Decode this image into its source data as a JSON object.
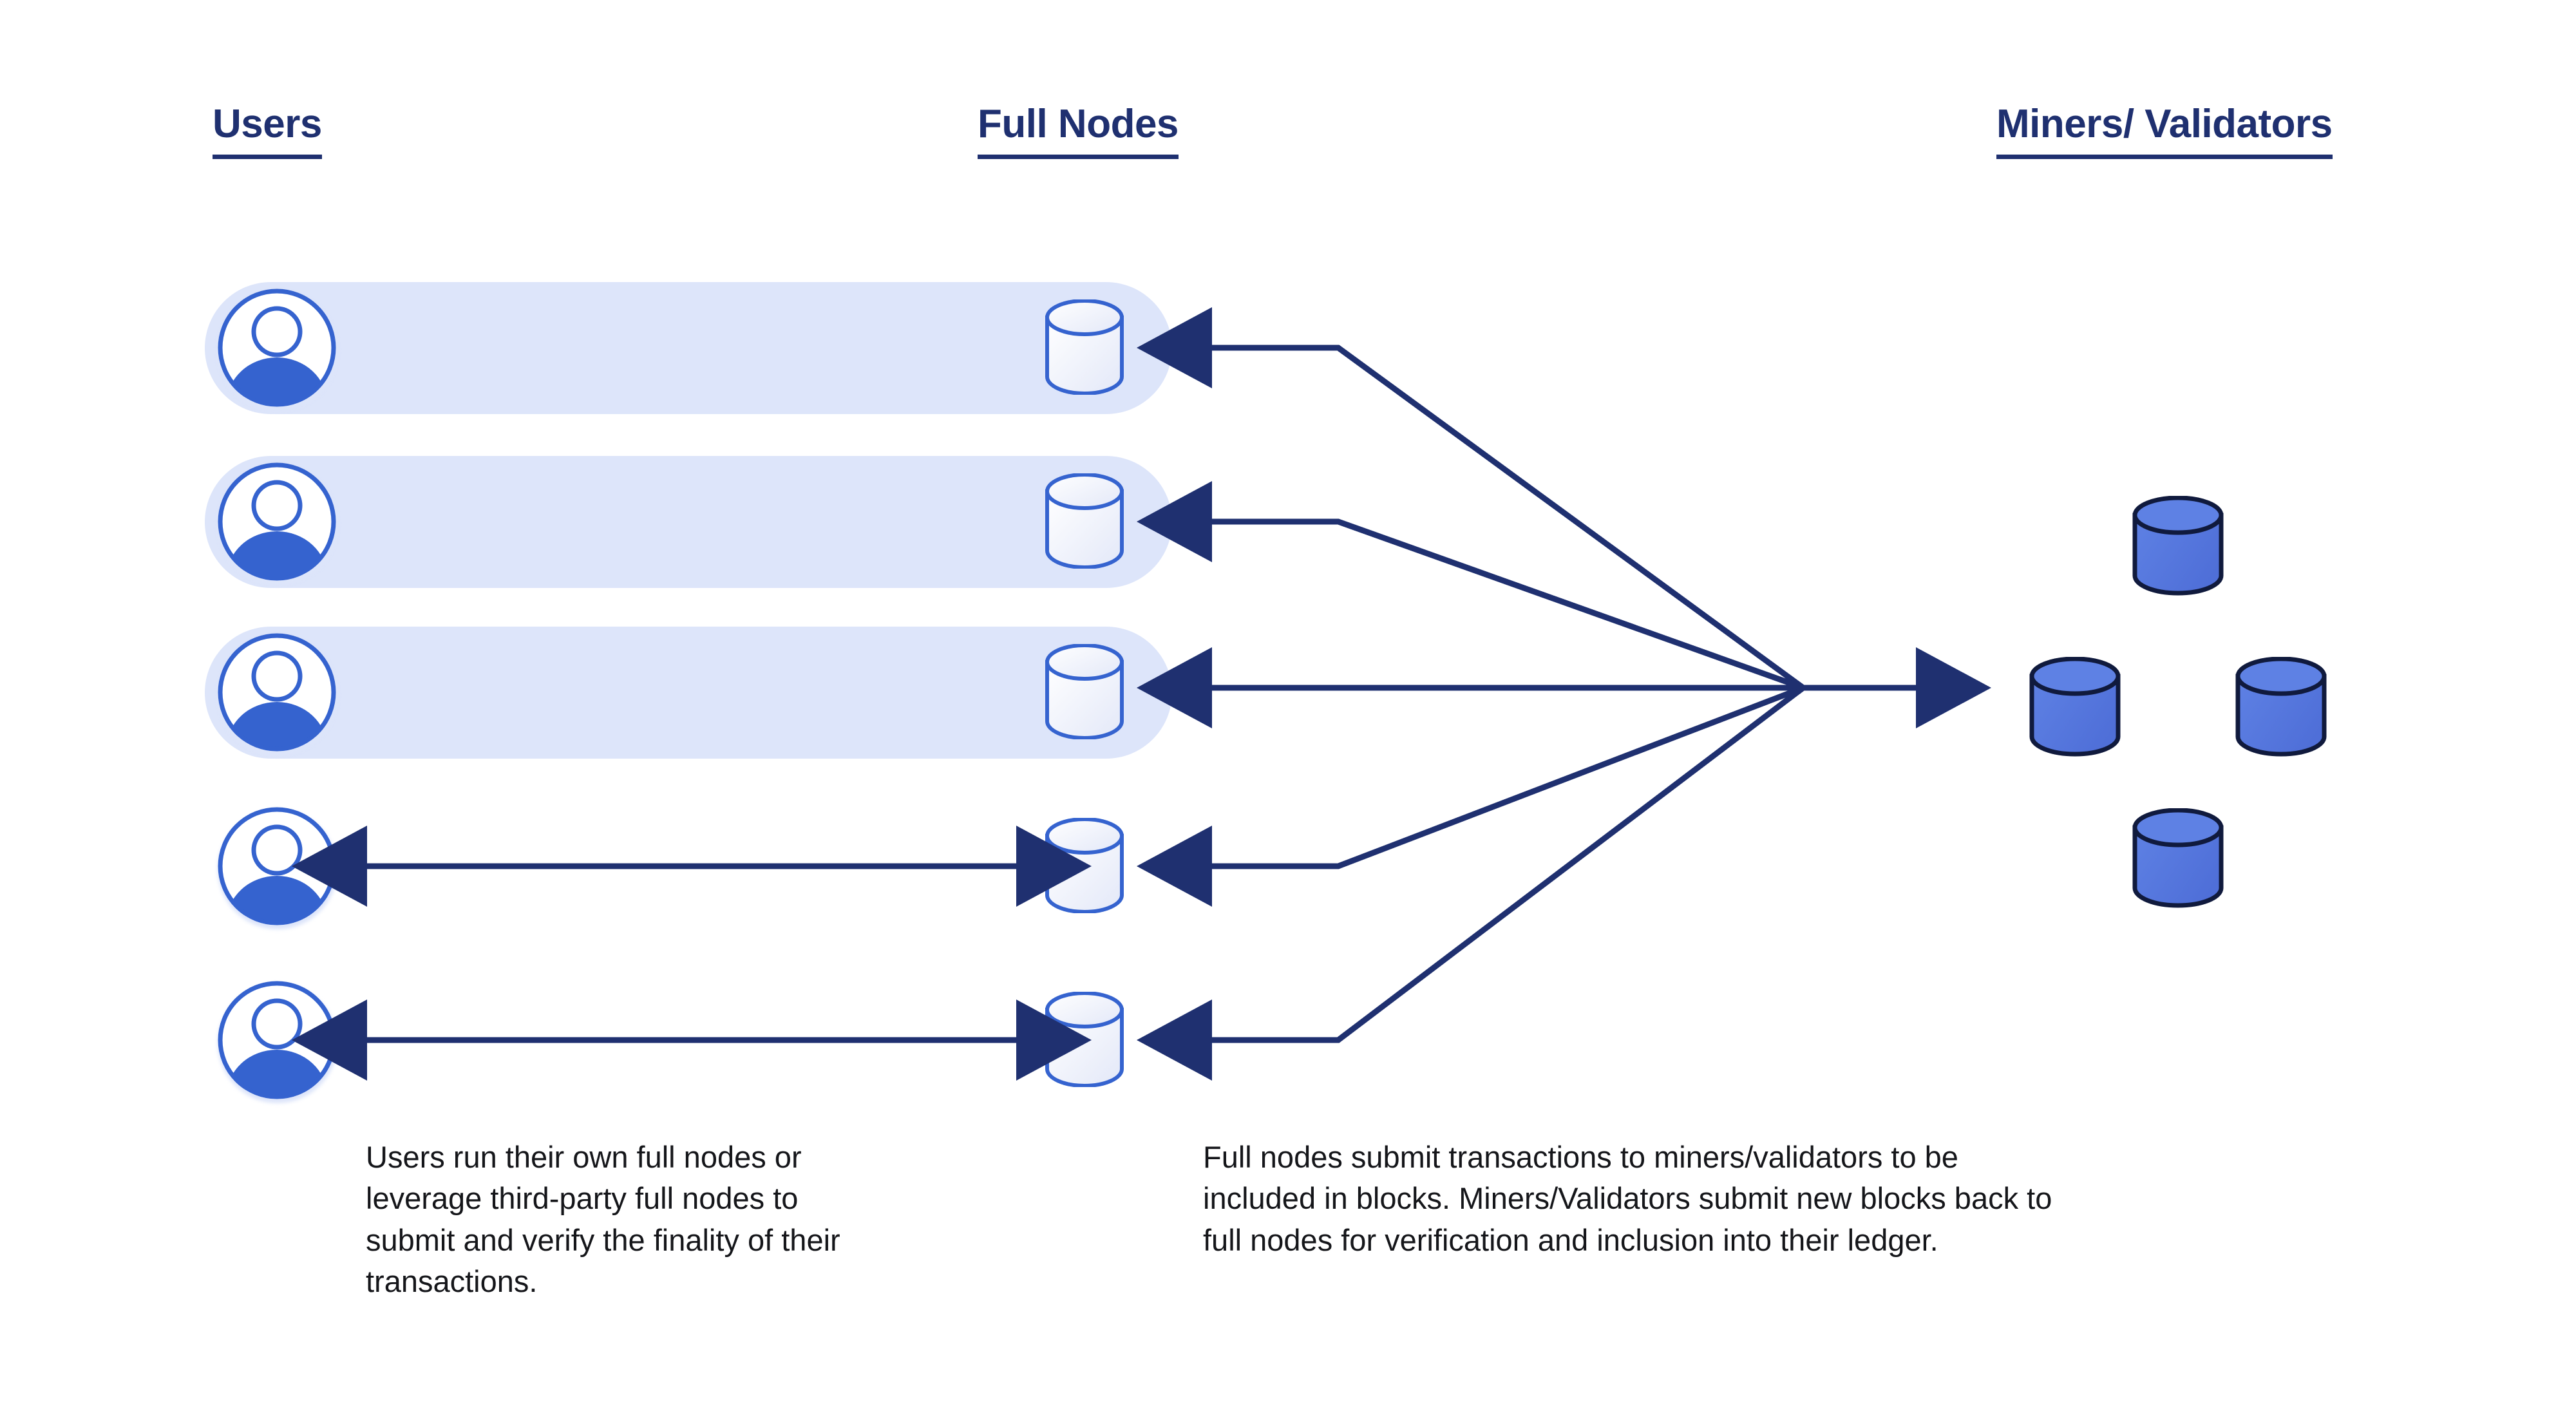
{
  "diagram": {
    "title": "Blockchain network participants flow",
    "background_color": "#ffffff",
    "colors": {
      "heading_navy": "#1f3070",
      "arrow_navy": "#1f3070",
      "pill_light_blue": "#dde5fa",
      "avatar_blue": "#3563cf",
      "cylinder_outline_blue": "#3563cf",
      "miner_fill_blue": "#5b7fe0",
      "miner_stroke_navy": "#101a3d",
      "caption_text": "#15161a"
    }
  },
  "columns": [
    {
      "id": "users",
      "label": "Users"
    },
    {
      "id": "full-nodes",
      "label": "Full Nodes"
    },
    {
      "id": "miners",
      "label": "Miners/ Validators"
    }
  ],
  "rows": [
    {
      "index": 1,
      "has_pill": true,
      "user_icon": "user-avatar-icon",
      "node_icon": "database-cylinder-icon",
      "user_node_link": false
    },
    {
      "index": 2,
      "has_pill": true,
      "user_icon": "user-avatar-icon",
      "node_icon": "database-cylinder-icon",
      "user_node_link": false
    },
    {
      "index": 3,
      "has_pill": true,
      "user_icon": "user-avatar-icon",
      "node_icon": "database-cylinder-icon",
      "user_node_link": false
    },
    {
      "index": 4,
      "has_pill": false,
      "user_icon": "user-avatar-icon",
      "node_icon": "database-cylinder-icon",
      "user_node_link": true
    },
    {
      "index": 5,
      "has_pill": false,
      "user_icon": "user-avatar-icon",
      "node_icon": "database-cylinder-icon",
      "user_node_link": true
    }
  ],
  "miners": {
    "layout": "diamond",
    "count": 4,
    "nodes": [
      {
        "position": "top",
        "icon": "miner-cylinder-icon"
      },
      {
        "position": "left",
        "icon": "miner-cylinder-icon"
      },
      {
        "position": "right",
        "icon": "miner-cylinder-icon"
      },
      {
        "position": "bottom",
        "icon": "miner-cylinder-icon"
      }
    ]
  },
  "connections": {
    "user_to_node": {
      "style": "double-headed-arrow",
      "rows": [
        4,
        5
      ]
    },
    "node_to_miner_hub": {
      "style": "converging-lines",
      "rows": [
        1,
        2,
        3,
        4,
        5
      ],
      "arrowheads": "pointing-left-at-full-nodes"
    },
    "hub_to_miners": {
      "style": "single-arrow",
      "direction": "right"
    }
  },
  "captions": {
    "left": "Users run their own full nodes or leverage third-party full nodes to submit and verify the finality of their transactions.",
    "right": "Full nodes submit transactions to miners/validators to be included in blocks. Miners/Validators submit new blocks back to full nodes for verification and inclusion into their ledger."
  }
}
